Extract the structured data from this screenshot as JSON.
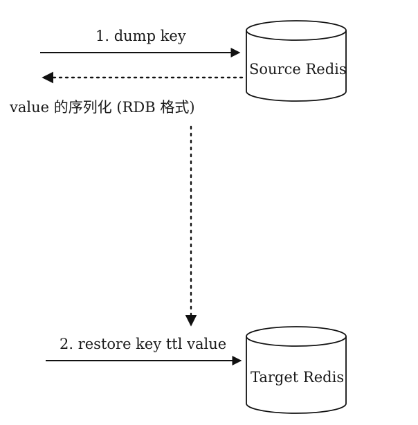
{
  "nodes": {
    "source": {
      "label": "Source Redis"
    },
    "target": {
      "label": "Target Redis"
    }
  },
  "edges": {
    "dump": {
      "label": "1. dump key"
    },
    "value": {
      "label": "value 的序列化 (RDB 格式)"
    },
    "restore": {
      "label": "2. restore key ttl value"
    }
  }
}
